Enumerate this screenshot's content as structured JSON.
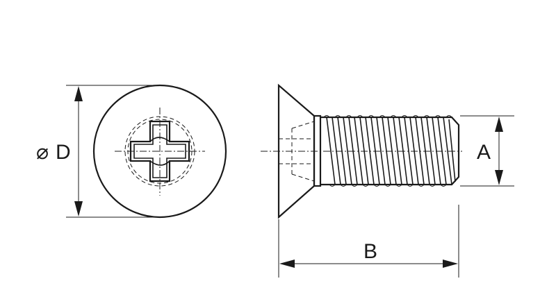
{
  "labels": {
    "diameter_symbol": "⌀",
    "diameter_letter": "D",
    "thread_letter": "A",
    "length_letter": "B"
  },
  "colors": {
    "ink": "#1a1a1a",
    "background": "#ffffff"
  },
  "icons": {
    "drive": "phillips-cross-icon"
  }
}
